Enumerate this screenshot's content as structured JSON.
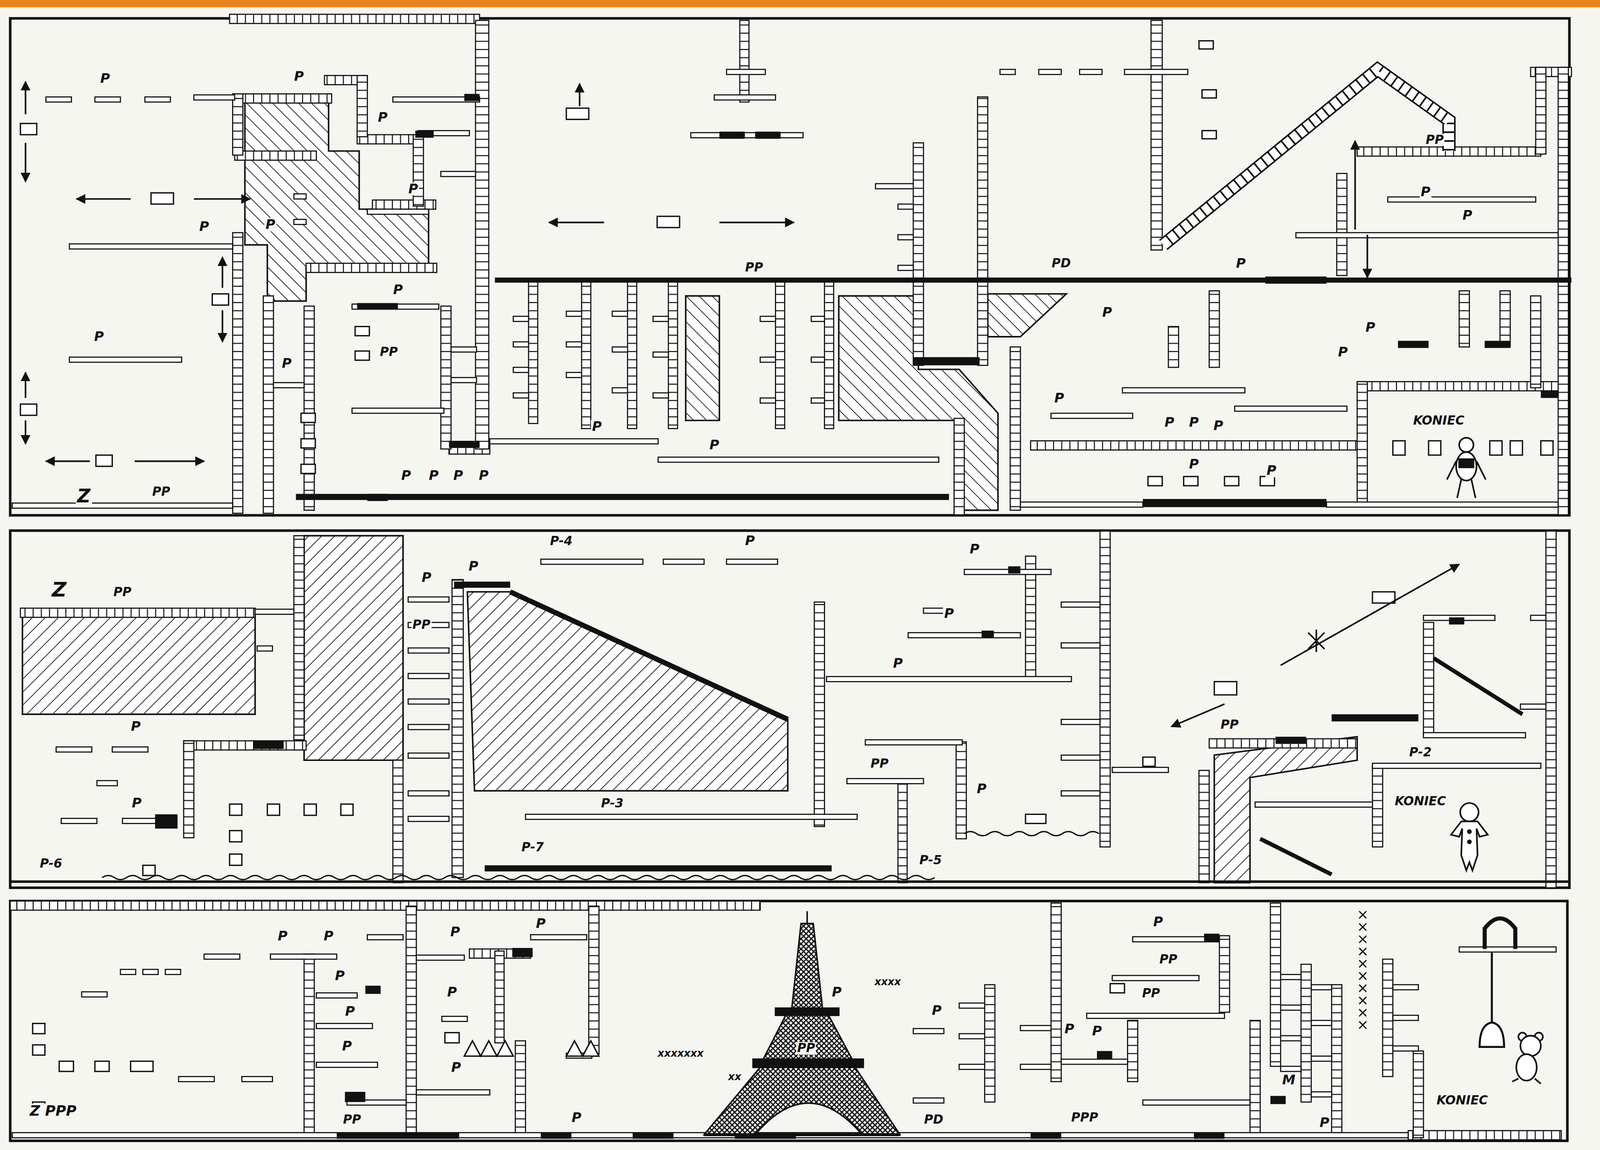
{
  "diagram": {
    "labels": [
      "P",
      "P",
      "P",
      "P",
      "P",
      "P",
      "P",
      "P",
      "PP",
      "P",
      "Z",
      "PP",
      "P",
      "P",
      "P",
      "P",
      "P",
      "P",
      "PP",
      "PD",
      "P",
      "P",
      "PP",
      "P",
      "P",
      "P",
      "P",
      "P",
      "P",
      "P",
      "P",
      "P",
      "P",
      "KONIEC",
      "Z",
      "PP",
      "P",
      "P",
      "P-6",
      "P",
      "PP",
      "P",
      "P-4",
      "P",
      "P-3",
      "P-7",
      "P",
      "P",
      "P",
      "PP",
      "P",
      "P-5",
      "PP",
      "P-2",
      "KONIEC",
      "Z PPP",
      "P",
      "P",
      "P",
      "P",
      "P",
      "P",
      "P",
      "P",
      "P",
      "PP",
      "P",
      "PP",
      "P",
      "xxxx",
      "xxxxxxx",
      "xx",
      "P",
      "PD",
      "PPP",
      "P",
      "P",
      "PP",
      "PP",
      "P",
      "P",
      "M",
      "KONIEC"
    ]
  }
}
